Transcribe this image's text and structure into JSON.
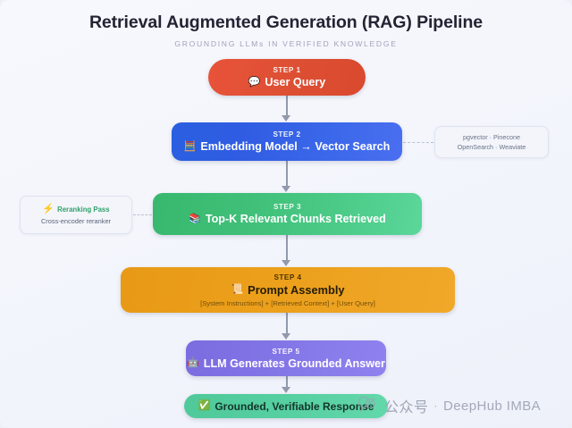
{
  "header": {
    "title": "Retrieval Augmented Generation (RAG) Pipeline",
    "subtitle": "GROUNDING LLMs IN VERIFIED KNOWLEDGE"
  },
  "colors": {
    "background": "#f4f6fc",
    "step1": "#dd4f33",
    "step2": "#3360e4",
    "step3": "#44c27f",
    "step4": "#eca01c",
    "step5": "#8275e6",
    "final": "#56cfa1",
    "connector": "#9299ad",
    "note_border": "#dfe3ef",
    "note_accent": "#34a06a"
  },
  "steps": [
    {
      "id": "step1",
      "label": "STEP 1",
      "title": "User Query",
      "icon": "speech-bubble-icon",
      "icon_glyph": "💬",
      "sub": ""
    },
    {
      "id": "step2",
      "label": "STEP 2",
      "title": "Embedding Model → Vector Search",
      "icon": "abacus-icon",
      "icon_glyph": "🧮",
      "sub": ""
    },
    {
      "id": "step3",
      "label": "STEP 3",
      "title": "Top-K Relevant Chunks Retrieved",
      "icon": "books-icon",
      "icon_glyph": "📚",
      "sub": ""
    },
    {
      "id": "step4",
      "label": "STEP 4",
      "title": "Prompt Assembly",
      "icon": "scroll-icon",
      "icon_glyph": "📜",
      "sub": "[System Instructions] + [Retrieved Context] + [User Query]"
    },
    {
      "id": "step5",
      "label": "STEP 5",
      "title": "LLM Generates Grounded Answer",
      "icon": "robot-icon",
      "icon_glyph": "🤖",
      "sub": ""
    }
  ],
  "final": {
    "title": "Grounded, Verifiable Response",
    "icon": "check-mark-icon",
    "icon_glyph": "✅"
  },
  "notes": {
    "left": {
      "title": "Reranking Pass",
      "icon": "lightning-bolt-icon",
      "icon_glyph": "⚡",
      "sub": "Cross-encoder reranker"
    },
    "right": {
      "line1": "pgvector · Pinecone",
      "line2": "OpenSearch · Weaviate"
    }
  },
  "watermark": {
    "cn": "公众号",
    "dot": "·",
    "en": "DeepHub IMBA"
  }
}
